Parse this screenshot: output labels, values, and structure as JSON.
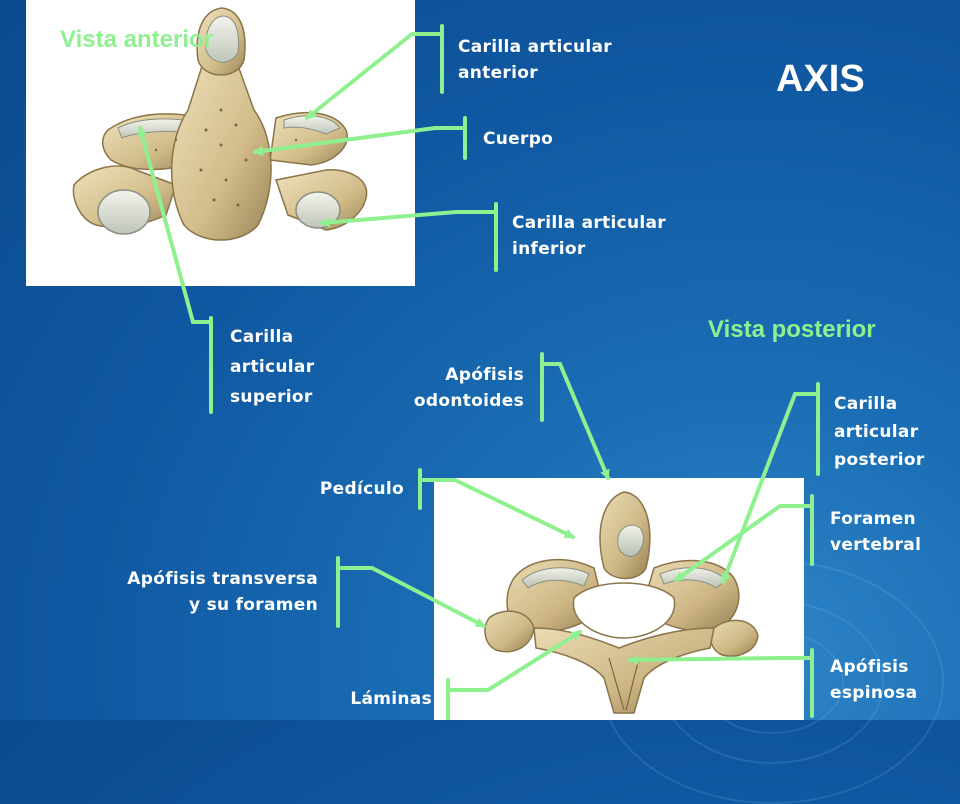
{
  "title": "AXIS",
  "views": {
    "anterior": "Vista anterior",
    "posterior": "Vista posterior"
  },
  "labels": {
    "carilla_articular_anterior": [
      "Carilla articular",
      "anterior"
    ],
    "cuerpo": "Cuerpo",
    "carilla_articular_inferior": [
      "Carilla articular",
      "inferior"
    ],
    "carilla_articular_superior": [
      "Carilla",
      "articular",
      "superior"
    ],
    "apofisis_odontoides": [
      "Apófisis",
      "odontoides"
    ],
    "carilla_articular_posterior": [
      "Carilla",
      "articular",
      "posterior"
    ],
    "pediculo": "Pedículo",
    "foramen_vertebral": [
      "Foramen",
      "vertebral"
    ],
    "apofisis_transversa": [
      "Apófisis transversa",
      "y su foramen"
    ],
    "apofisis_espinosa": [
      "Apófisis",
      "espinosa"
    ],
    "laminas": "Láminas"
  },
  "colors": {
    "background": "#0f57a0",
    "accent_green": "#8ff08f",
    "label_text": "#ffffff",
    "bone": "#d9c9a0"
  }
}
